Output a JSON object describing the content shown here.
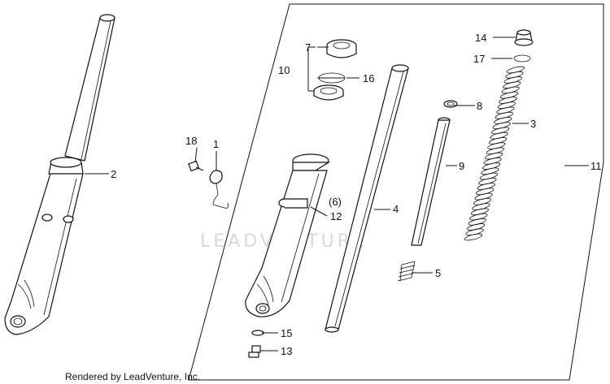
{
  "labels": {
    "p1": "1",
    "p2": "2",
    "p3": "3",
    "p4": "4",
    "p5": "5",
    "p6": "(6)",
    "p7": "7",
    "p8": "8",
    "p9": "9",
    "p10": "10",
    "p11": "11",
    "p12": "12",
    "p13": "13",
    "p14": "14",
    "p15": "15",
    "p16": "16",
    "p17": "17",
    "p18": "18"
  },
  "watermark": "LEADVENTURE",
  "credit": "Rendered by LeadVenture, Inc."
}
